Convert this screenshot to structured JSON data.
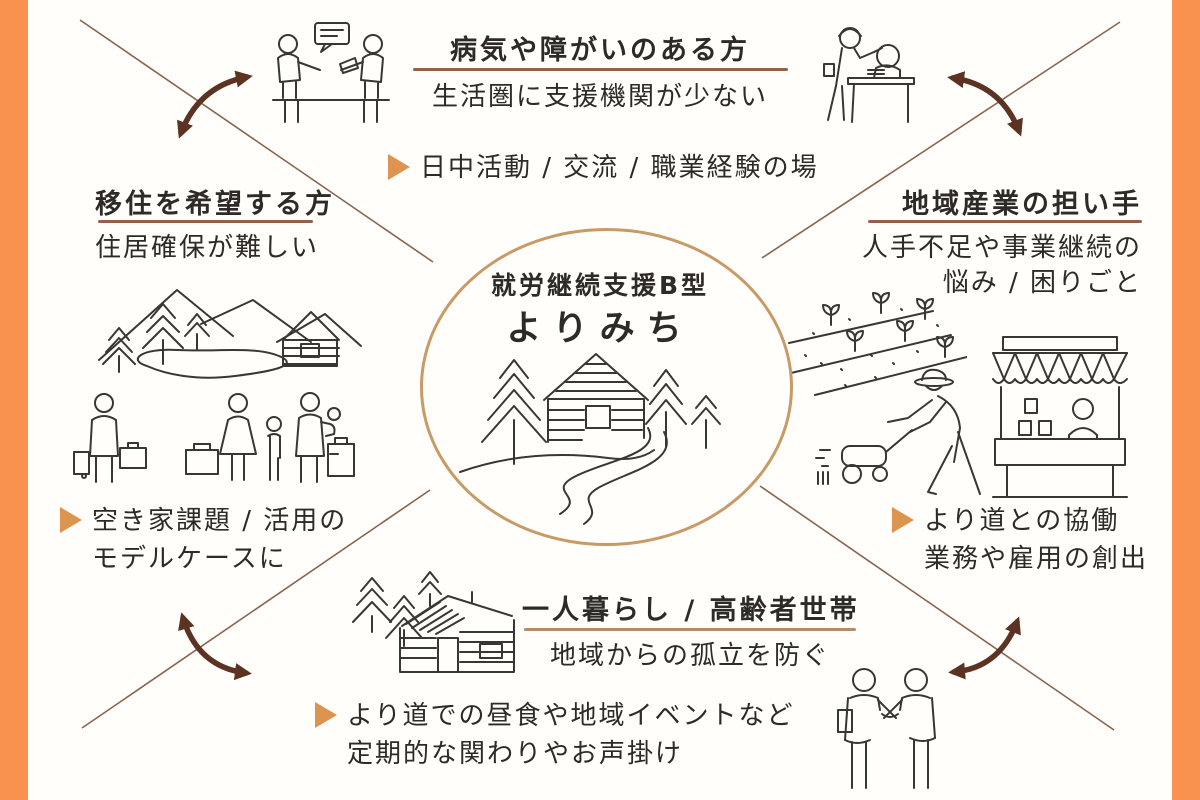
{
  "center": {
    "service_type": "就労継続支援B型",
    "name": "よりみち"
  },
  "quadrants": {
    "top": {
      "audience": "病気や障がいのある方",
      "problem": "生活圏に支援機関が少ない",
      "solution": "日中活動 / 交流 / 職業経験の場"
    },
    "left": {
      "audience": "移住を希望する方",
      "problem": "住居確保が難しい",
      "solution_line1": "空き家課題 / 活用の",
      "solution_line2": "モデルケースに"
    },
    "right": {
      "audience": "地域産業の担い手",
      "problem_line1": "人手不足や事業継続の",
      "problem_line2": "悩み / 困りごと",
      "solution_line1": "より道との協働",
      "solution_line2": "業務や雇用の創出"
    },
    "bottom": {
      "audience": "一人暮らし / 高齢者世帯",
      "problem": "地域からの孤立を防ぐ",
      "solution_line1": "より道での昼食や地域イベントなど",
      "solution_line2": "定期的な関わりやお声掛け"
    }
  },
  "icons": {
    "top_left": "conversation-icon",
    "top_right": "craft-support-icon",
    "left_upper": "mountain-village-icon",
    "left_lower": "relocating-family-icon",
    "right_field": "seedling-field-icon",
    "right_mower": "lawn-mowing-icon",
    "right_stall": "market-stall-icon",
    "bottom_cabin": "log-cabin-icon",
    "bottom_right": "handshake-icon",
    "center": "yorimichi-cabin-logo"
  },
  "colors": {
    "edge_bar_orange": "#f9924e",
    "bullet_orange": "#dd9450",
    "circle_tan": "#c89a66",
    "divider_brown": "#95604a",
    "divider_light": "#b28d6b",
    "diagonal_brown": "#8a6450",
    "arrow_dark_brown": "#5c3322",
    "ink": "#3a3633",
    "text": "#2e2a26",
    "background": "#fffefb"
  }
}
